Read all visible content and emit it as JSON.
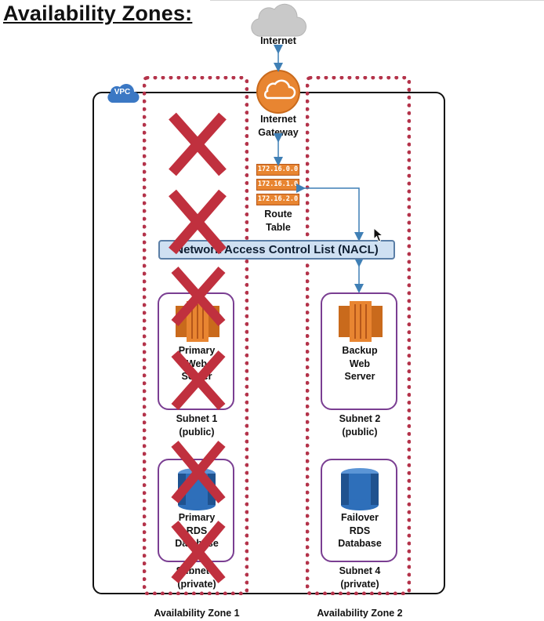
{
  "title": "Availability Zones:",
  "internet": {
    "label": "Internet"
  },
  "vpc": {
    "badge": "VPC"
  },
  "gateway": {
    "label": "Internet\nGateway"
  },
  "route_table": {
    "routes": [
      "172.16.0.0",
      "172.16.1.0",
      "172.16.2.0"
    ],
    "label": "Route\nTable"
  },
  "nacl": {
    "label": "Network Access Control List (NACL)"
  },
  "zones": {
    "az1": {
      "label": "Availability Zone 1",
      "web": {
        "label": "Primary\nWeb\nServer",
        "subnet": "Subnet 1\n(public)"
      },
      "db": {
        "label": "Primary\nRDS\nDatabase",
        "subnet": "Subnet 3\n(private)"
      }
    },
    "az2": {
      "label": "Availability Zone 2",
      "web": {
        "label": "Backup\nWeb\nServer",
        "subnet": "Subnet 2\n(public)"
      },
      "db": {
        "label": "Failover\nRDS\nDatabase",
        "subnet": "Subnet 4\n(private)"
      }
    }
  },
  "colors": {
    "aws_orange": "#e88531",
    "cross_red": "#c0303e",
    "zone_border": "#b4334a",
    "subnet_border": "#7a3e92",
    "arrow_blue": "#3f7fb5",
    "rds_blue": "#2e6fba"
  },
  "icons": {
    "internet": "cloud-icon",
    "vpc": "vpc-cloud-icon",
    "gateway": "internet-gateway-icon",
    "ec2": "ec2-server-icon",
    "rds": "rds-database-icon",
    "failure": "x-cross-icon",
    "cursor": "mouse-pointer-icon"
  }
}
